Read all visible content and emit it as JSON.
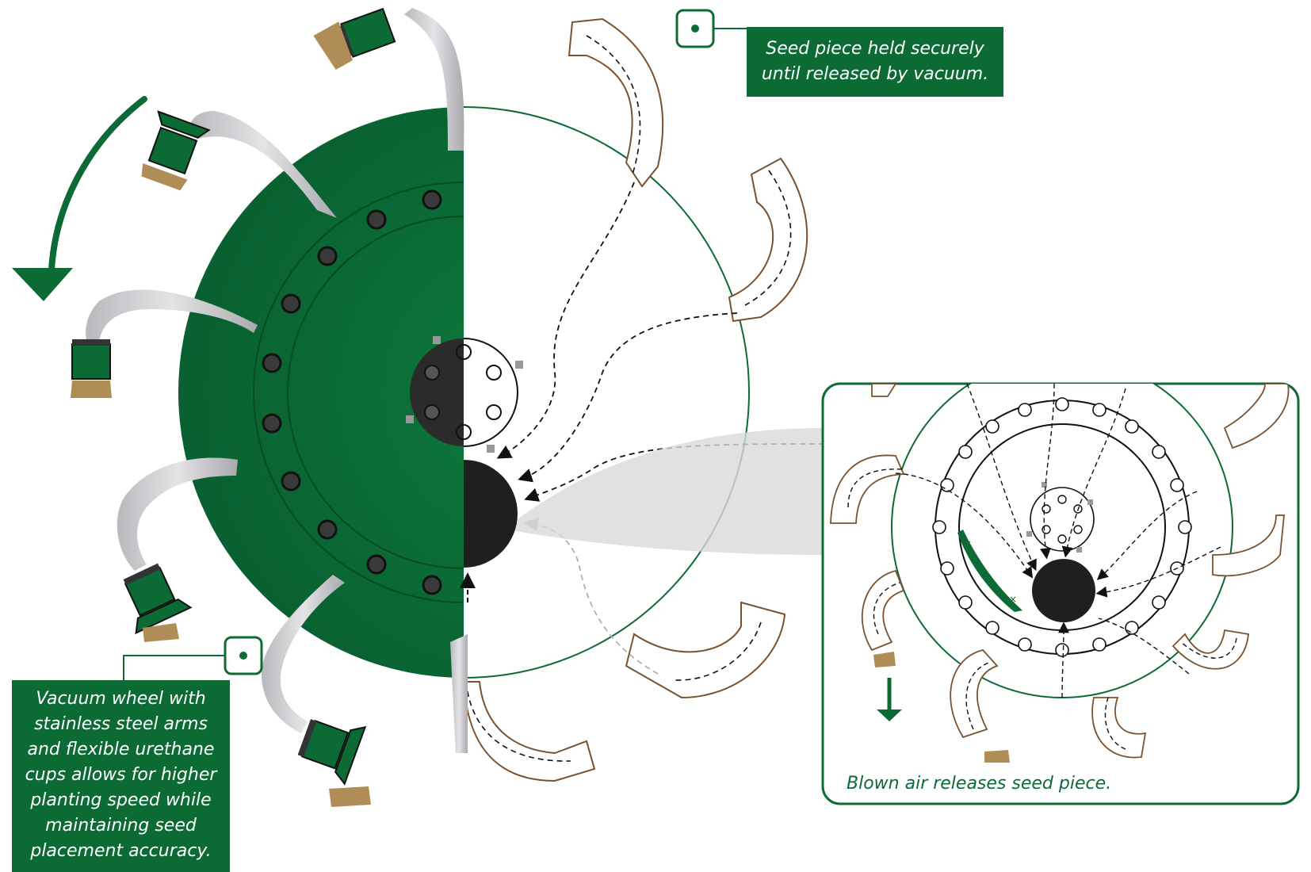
{
  "labels": {
    "top_callout": [
      "Seed piece held securely",
      "until released by vacuum."
    ],
    "bottom_callout": [
      "Vacuum wheel with",
      "stainless steel arms",
      "and flexible urethane",
      "cups allows for higher",
      "planting speed while",
      "maintaining seed",
      "placement accuracy."
    ],
    "inset_caption": "Blown air releases seed piece."
  },
  "colors": {
    "wheel_green": "#0c6b35",
    "wheel_green_dark": "#085a2b",
    "outline_brown": "#7a5230",
    "seed_tan": "#b08d57",
    "steel_gray": "#c8c8cc",
    "hub_black": "#1f1f1f"
  },
  "icons": {
    "rotation": "curved-arrow-counterclockwise-icon",
    "marker": "callout-marker-icon",
    "drop": "down-arrow-icon"
  }
}
